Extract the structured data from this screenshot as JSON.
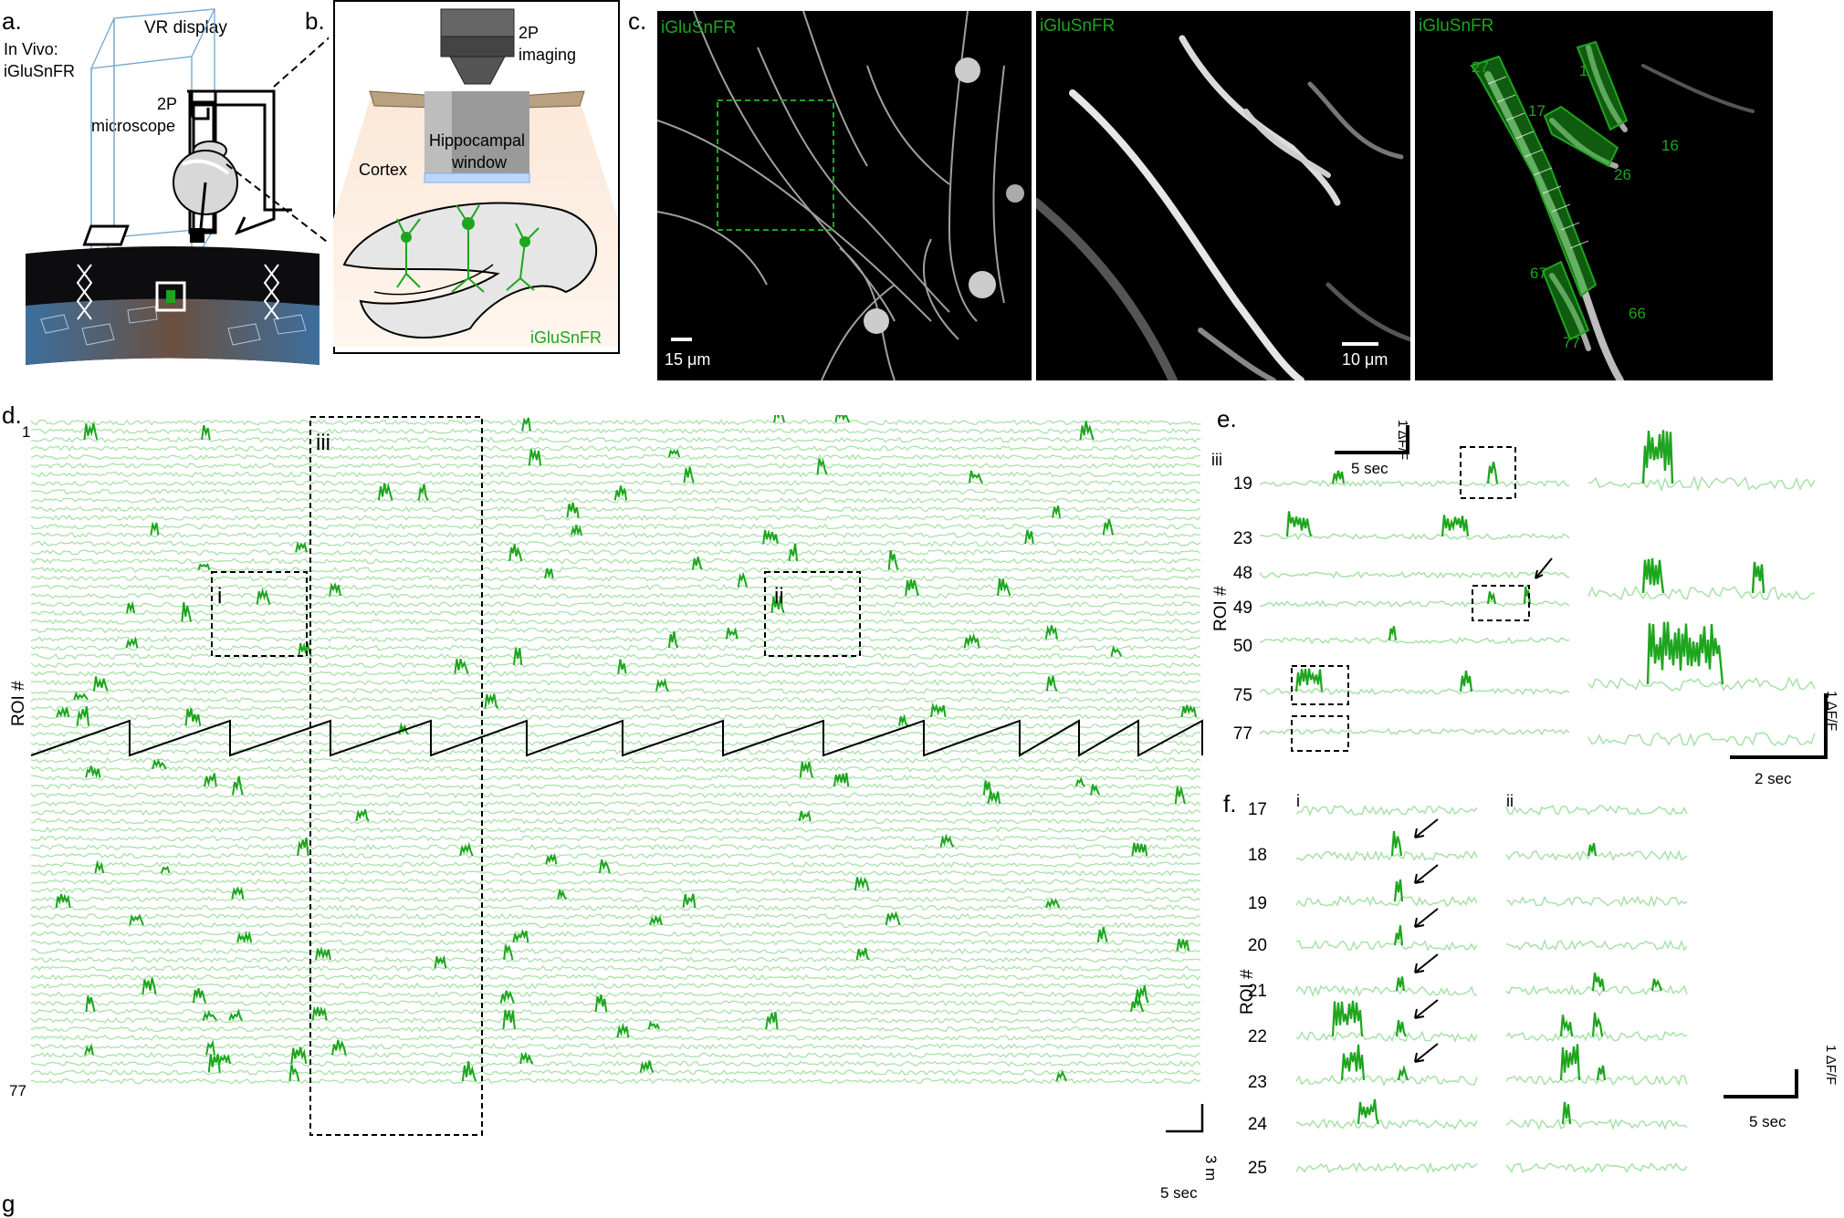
{
  "panels": {
    "a": {
      "label": "a.",
      "in_vivo": "In Vivo:",
      "sensor": "iGluSnFR",
      "vr_display": "VR display",
      "microscope_2p": "2P",
      "microscope_word": "microscope"
    },
    "b": {
      "label": "b.",
      "imaging_2p": "2P",
      "imaging_word": "imaging",
      "window_1": "Hippocampal",
      "window_2": "window",
      "cortex": "Cortex",
      "sensor": "iGluSnFR"
    },
    "c": {
      "label": "c.",
      "image_labels": [
        "iGluSnFR",
        "iGluSnFR",
        "iGluSnFR"
      ],
      "scale1": "15 μm",
      "scale2": "10 μm",
      "roi_numbers": [
        "27",
        "1",
        "17",
        "16",
        "26",
        "67",
        "66",
        "77"
      ]
    },
    "d": {
      "label": "d.",
      "first_roi": "1",
      "last_roi": "77",
      "axis_label": "ROI #",
      "box_labels": [
        "i",
        "ii",
        "iii"
      ],
      "scale_y": "3 m",
      "scale_x": "5 sec"
    },
    "e": {
      "label": "e.",
      "sub": "iii",
      "rows": [
        "19",
        "23",
        "48",
        "49",
        "50",
        "75",
        "77"
      ],
      "axis_label": "ROI #",
      "scale_x1": "5 sec",
      "scale_y1": "1 ΔF/F",
      "scale_x2": "2 sec",
      "scale_y2": "1 ΔF/F"
    },
    "f": {
      "label": "f.",
      "sub_i": "i",
      "sub_ii": "ii",
      "rows": [
        "17",
        "18",
        "19",
        "20",
        "21",
        "22",
        "23",
        "24",
        "25"
      ],
      "axis_label": "ROI #",
      "scale_x": "5 sec",
      "scale_y": "1 ΔF/F"
    },
    "g": {
      "label": "g"
    }
  },
  "colors": {
    "trace_light": "#a8e2a8",
    "trace_dark": "#1ea51e",
    "ink": "#000000"
  }
}
